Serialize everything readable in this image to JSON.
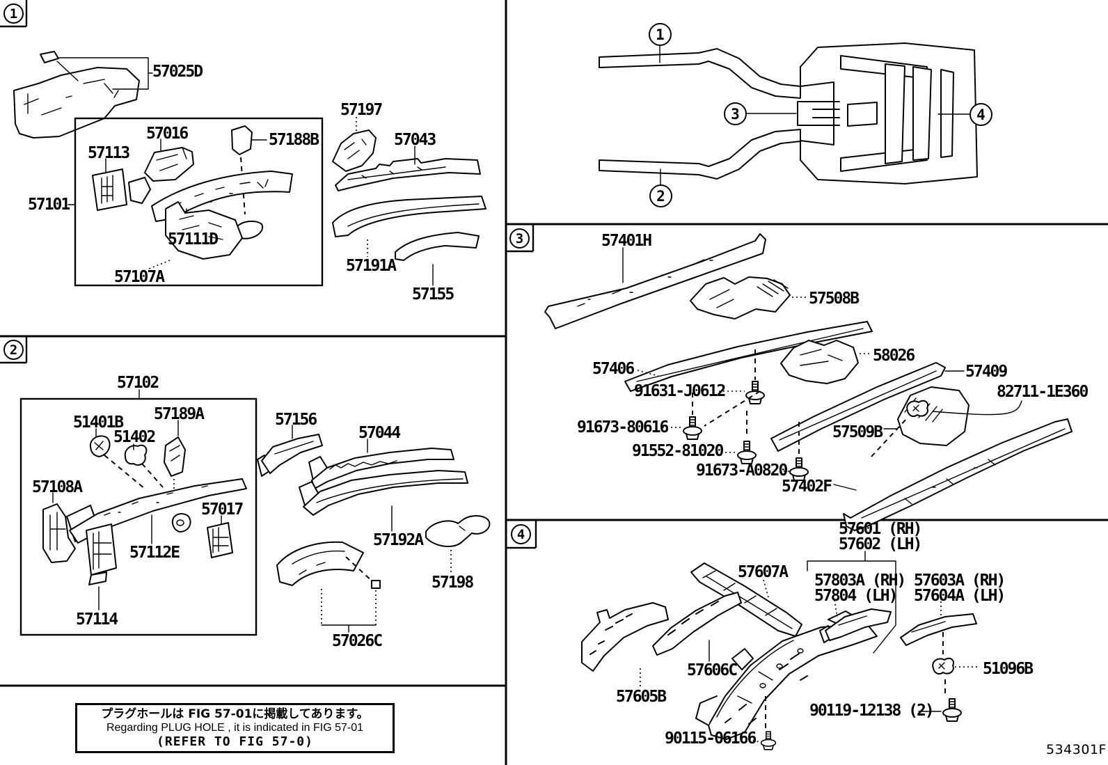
{
  "doc": {
    "figure_code": "534301F"
  },
  "note": {
    "ja": "プラグホールは FIG 57-01に掲載してあります。",
    "en": "Regarding PLUG HOLE , it is indicated in FIG 57-01",
    "ref": "(REFER TO FIG 57-0)"
  },
  "overview": {
    "callouts": [
      {
        "n": "1"
      },
      {
        "n": "2"
      },
      {
        "n": "3"
      },
      {
        "n": "4"
      }
    ]
  },
  "sections": [
    {
      "marker": "1",
      "parts": [
        {
          "code": "57025D"
        },
        {
          "code": "57197"
        },
        {
          "code": "57016"
        },
        {
          "code": "57188B"
        },
        {
          "code": "57043"
        },
        {
          "code": "57113"
        },
        {
          "code": "57101"
        },
        {
          "code": "57111D"
        },
        {
          "code": "57107A"
        },
        {
          "code": "57191A"
        },
        {
          "code": "57155"
        }
      ]
    },
    {
      "marker": "2",
      "parts": [
        {
          "code": "57102"
        },
        {
          "code": "51401B"
        },
        {
          "code": "51402"
        },
        {
          "code": "57189A"
        },
        {
          "code": "57108A"
        },
        {
          "code": "57017"
        },
        {
          "code": "57112E"
        },
        {
          "code": "57114"
        },
        {
          "code": "57156"
        },
        {
          "code": "57044"
        },
        {
          "code": "57192A"
        },
        {
          "code": "57198"
        },
        {
          "code": "57026C"
        }
      ]
    },
    {
      "marker": "3",
      "parts": [
        {
          "code": "57401H"
        },
        {
          "code": "57508B"
        },
        {
          "code": "57406"
        },
        {
          "code": "58026"
        },
        {
          "code": "57409"
        },
        {
          "code": "91631-J0612"
        },
        {
          "code": "91673-80616"
        },
        {
          "code": "91552-81020"
        },
        {
          "code": "91673-A0820"
        },
        {
          "code": "57509B"
        },
        {
          "code": "82711-1E360"
        },
        {
          "code": "57402F"
        }
      ]
    },
    {
      "marker": "4",
      "parts": [
        {
          "code": "57601 (RH)"
        },
        {
          "code": "57602 (LH)"
        },
        {
          "code": "57607A"
        },
        {
          "code": "57803A (RH)"
        },
        {
          "code": "57804 (LH)"
        },
        {
          "code": "57603A (RH)"
        },
        {
          "code": "57604A (LH)"
        },
        {
          "code": "57606C"
        },
        {
          "code": "57605B"
        },
        {
          "code": "51096B"
        },
        {
          "code": "90119-12138 (2)"
        },
        {
          "code": "90115-06166"
        }
      ]
    }
  ]
}
